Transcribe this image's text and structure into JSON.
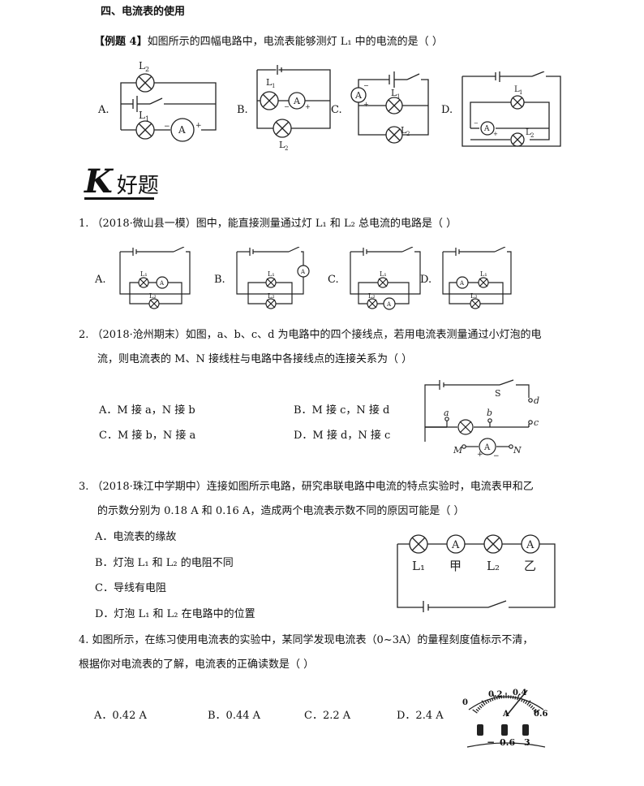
{
  "section_title": "四、电流表的使用",
  "example": {
    "tag": "【例题 4】",
    "text": "如图所示的四幅电路中，电流表能够测灯 L₁ 中的电流的是（        ）",
    "options": [
      "A.",
      "B.",
      "C.",
      "D."
    ]
  },
  "good_title": {
    "k": "K",
    "text": "好题"
  },
  "q1": {
    "text": "1.  （2018·微山县一模）图中，能直接测量通过灯 L₁ 和 L₂ 总电流的电路是（        ）",
    "options": [
      "A.",
      "B.",
      "C.",
      "D."
    ]
  },
  "q2": {
    "line1": "2.  （2018·沧州期末）如图，a、b、c、d 为电路中的四个接线点，若用电流表测量通过小灯泡的电",
    "line2": "流，则电流表的 M、N 接线柱与电路中各接线点的连接关系为（        ）",
    "options": [
      "A．M 接 a，N 接 b",
      "B．M 接 c，N 接 d",
      "C．M 接 b，N 接 a",
      "D．M 接 d，N 接 c"
    ],
    "fig_labels": [
      "S",
      "d",
      "a",
      "b",
      "c",
      "M",
      "N"
    ]
  },
  "q3": {
    "line1": "3.  （2018·珠江中学期中）连接如图所示电路，研究串联电路中电流的特点实验时，电流表甲和乙",
    "line2": "的示数分别为 0.18 A 和 0.16 A，造成两个电流表示数不同的原因可能是（        ）",
    "options": [
      "A．电流表的缘故",
      "B．灯泡 L₁ 和 L₂ 的电阻不同",
      "C．导线有电阻",
      "D．灯泡 L₁ 和 L₂ 在电路中的位置"
    ],
    "fig_labels": [
      "L₁",
      "甲",
      "L₂",
      "乙"
    ]
  },
  "q4": {
    "line1": "4. 如图所示，在练习使用电流表的实验中，某同学发现电流表（0~3A）的量程刻度值标示不清，",
    "line2": "根据你对电流表的了解，电流表的正确读数是（        ）",
    "options": [
      "A．0.42 A",
      "B．0.44 A",
      "C．2.2 A",
      "D．2.4 A"
    ],
    "meter": {
      "scale": [
        "0",
        "0.2",
        "0.4",
        "0.6"
      ],
      "unit": "A",
      "terminals": [
        "−",
        "0.6",
        "3"
      ]
    }
  }
}
